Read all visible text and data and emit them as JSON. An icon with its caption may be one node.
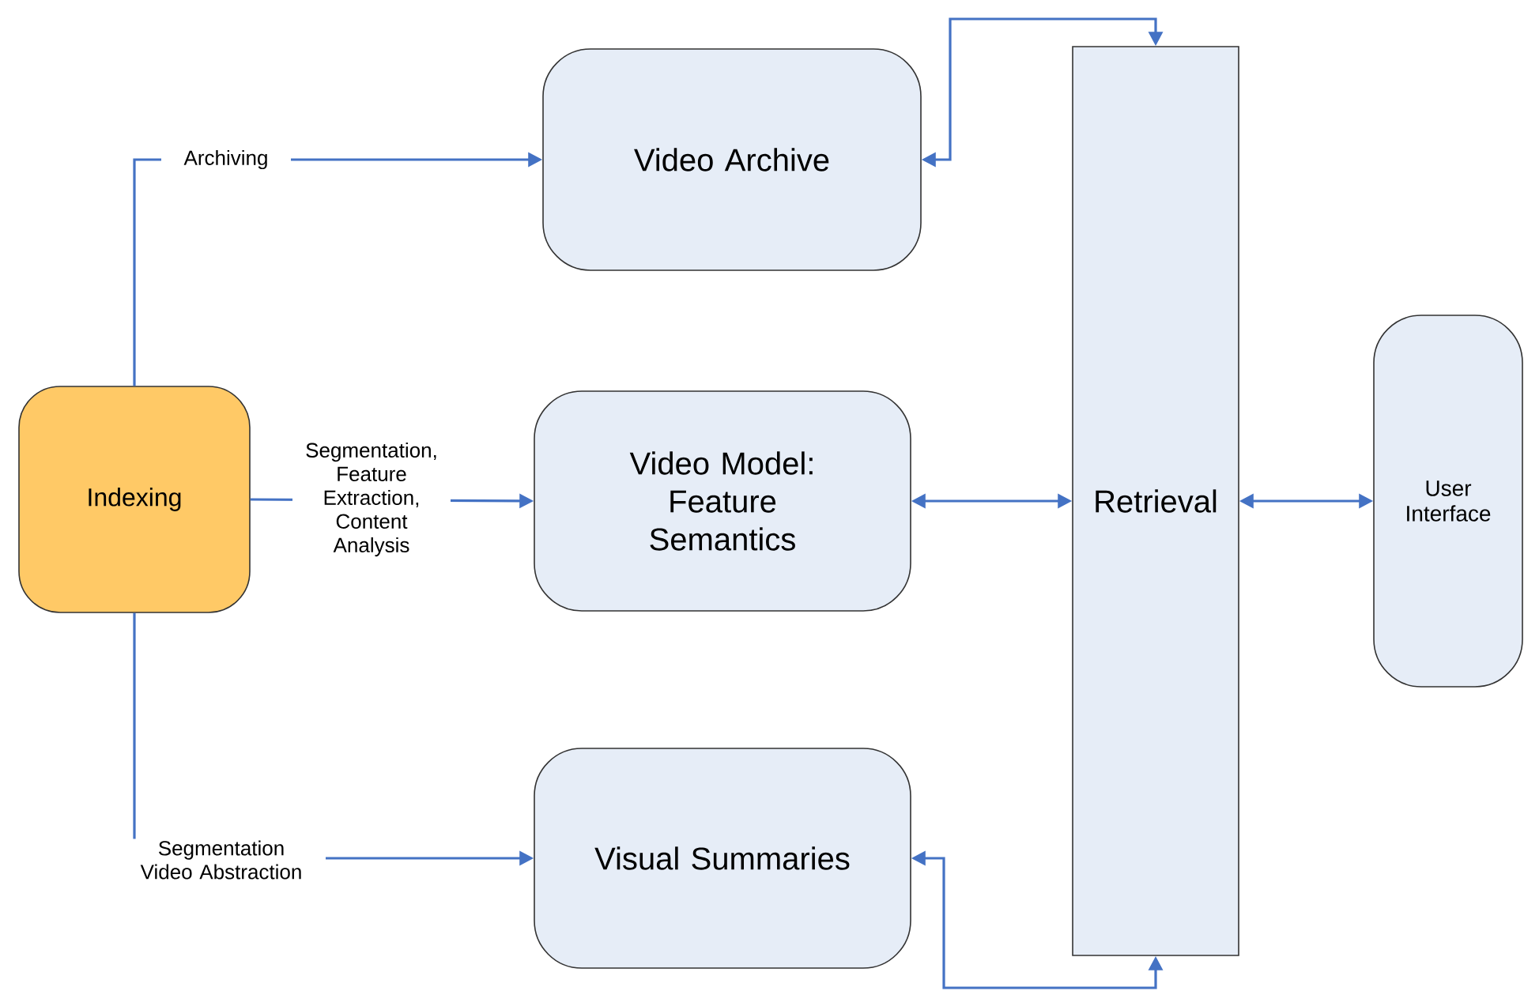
{
  "diagram": {
    "nodes": [
      {
        "text": [
          "Indexing"
        ]
      },
      {
        "text": [
          "Video Archive"
        ]
      },
      {
        "text": [
          "Video Model: Feature Semantics"
        ]
      },
      {
        "text": [
          "Visual Summaries"
        ]
      },
      {
        "text": [
          "Retrieval"
        ]
      },
      {
        "text": [
          "User Interface"
        ]
      }
    ],
    "edges": [
      {
        "from": 0,
        "to": 1,
        "arrow": "to",
        "label": "Archiving"
      },
      {
        "from": 0,
        "to": 2,
        "arrow": "to",
        "label": "Segmentation, Feature Extraction, Content Analysis"
      },
      {
        "from": 0,
        "to": 3,
        "arrow": "to",
        "label": "Segmentation Video Abstraction"
      },
      {
        "from": 1,
        "to": 4,
        "arrow": "both"
      },
      {
        "from": 2,
        "to": 4,
        "arrow": "both"
      },
      {
        "from": 3,
        "to": 4,
        "arrow": "both"
      },
      {
        "from": 4,
        "to": 5,
        "arrow": "both"
      }
    ]
  }
}
